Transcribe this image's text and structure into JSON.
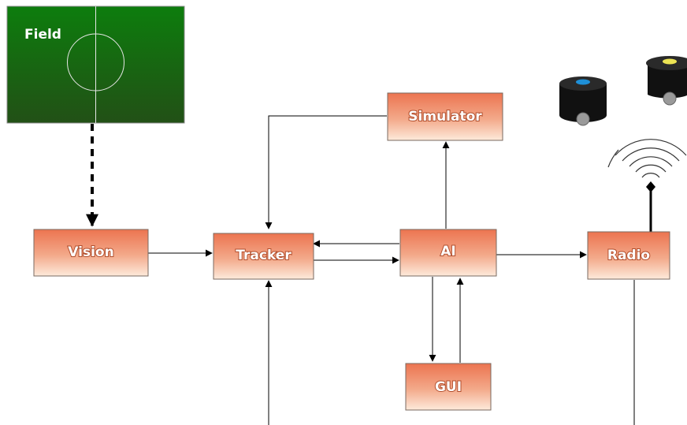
{
  "field": {
    "label": "Field"
  },
  "nodes": {
    "vision": "Vision",
    "tracker": "Tracker",
    "ai": "AI",
    "simulator": "Simulator",
    "radio": "Radio",
    "gui": "GUI"
  },
  "colors": {
    "box_top": "#ee7a57",
    "box_bottom": "#fde8d6",
    "field_top": "#0e7a0e",
    "field_bottom": "#1f4d12",
    "robot_marker_blue": "#1e90d8",
    "robot_marker_yellow": "#ece454"
  }
}
